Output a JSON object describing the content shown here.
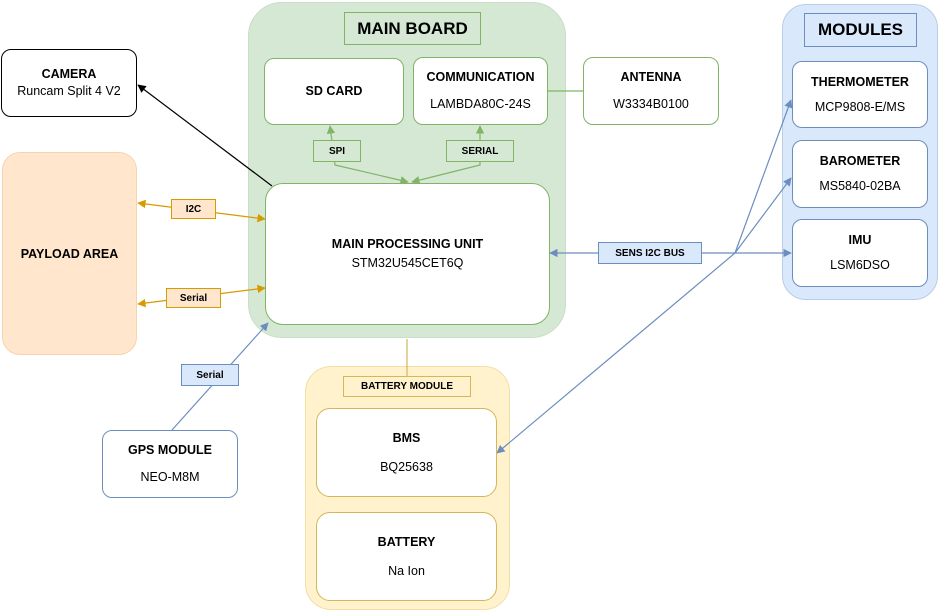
{
  "main_board": {
    "title": "MAIN BOARD",
    "sd_card": {
      "title": "SD CARD"
    },
    "communication": {
      "title": "COMMUNICATION",
      "part": "LAMBDA80C-24S"
    },
    "antenna": {
      "title": "ANTENNA",
      "part": "W3334B0100"
    },
    "mpu": {
      "title": "MAIN PROCESSING UNIT",
      "part": "STM32U545CET6Q"
    },
    "labels": {
      "spi": "SPI",
      "serial": "SERIAL"
    }
  },
  "camera": {
    "title": "CAMERA",
    "part": "Runcam Split 4 V2"
  },
  "payload": {
    "title": "PAYLOAD AREA",
    "labels": {
      "i2c": "I2C",
      "serial": "Serial"
    }
  },
  "gps": {
    "title": "GPS MODULE",
    "part": "NEO-M8M",
    "label": "Serial"
  },
  "modules": {
    "title": "MODULES",
    "thermometer": {
      "title": "THERMOMETER",
      "part": "MCP9808-E/MS"
    },
    "barometer": {
      "title": "BAROMETER",
      "part": "MS5840-02BA"
    },
    "imu": {
      "title": "IMU",
      "part": "LSM6DSO"
    }
  },
  "sens_bus": {
    "label": "SENS I2C BUS"
  },
  "battery_module": {
    "title": "BATTERY MODULE",
    "bms": {
      "title": "BMS",
      "part": "BQ25638"
    },
    "battery": {
      "title": "BATTERY",
      "part": "Na Ion"
    }
  },
  "colors": {
    "green_fill": "#d5e8d4",
    "green_line": "#82b366",
    "blue_fill": "#dae8fc",
    "blue_line": "#6c8ebf",
    "yellow_fill": "#fff2cc",
    "yellow_line": "#d6b656",
    "orange_fill": "#ffe6cc",
    "orange_line": "#d79b00"
  }
}
